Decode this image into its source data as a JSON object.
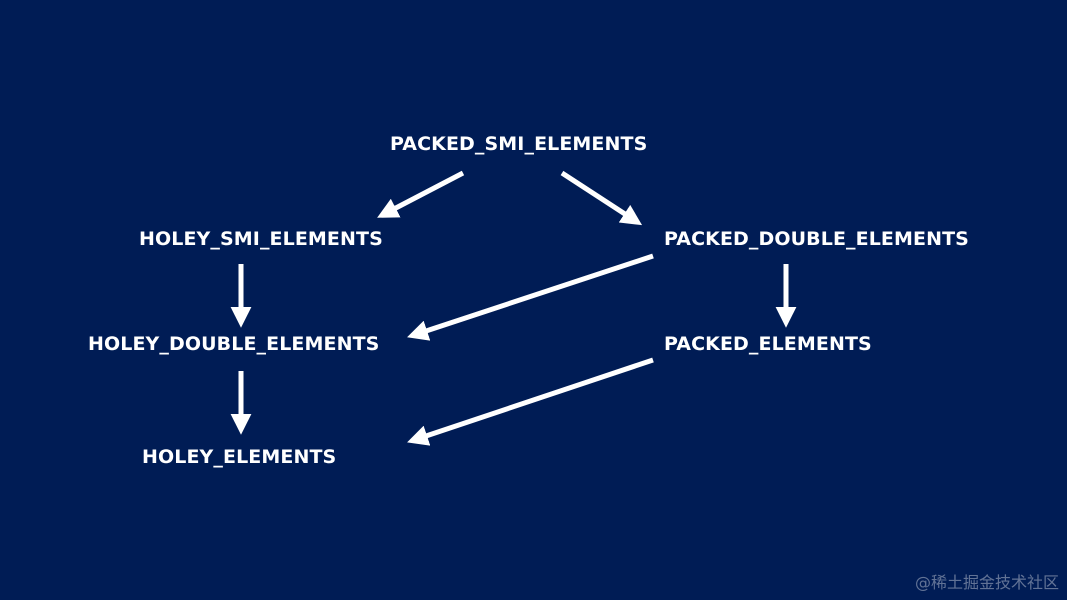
{
  "colors": {
    "background": "#001c55",
    "foreground": "#ffffff"
  },
  "nodes": {
    "packed_smi": "PACKED_SMI_ELEMENTS",
    "holey_smi": "HOLEY_SMI_ELEMENTS",
    "packed_double": "PACKED_DOUBLE_ELEMENTS",
    "holey_double": "HOLEY_DOUBLE_ELEMENTS",
    "packed": "PACKED_ELEMENTS",
    "holey": "HOLEY_ELEMENTS"
  },
  "edges": [
    {
      "from": "PACKED_SMI_ELEMENTS",
      "to": "HOLEY_SMI_ELEMENTS"
    },
    {
      "from": "PACKED_SMI_ELEMENTS",
      "to": "PACKED_DOUBLE_ELEMENTS"
    },
    {
      "from": "HOLEY_SMI_ELEMENTS",
      "to": "HOLEY_DOUBLE_ELEMENTS"
    },
    {
      "from": "PACKED_DOUBLE_ELEMENTS",
      "to": "HOLEY_DOUBLE_ELEMENTS"
    },
    {
      "from": "PACKED_DOUBLE_ELEMENTS",
      "to": "PACKED_ELEMENTS"
    },
    {
      "from": "HOLEY_DOUBLE_ELEMENTS",
      "to": "HOLEY_ELEMENTS"
    },
    {
      "from": "PACKED_ELEMENTS",
      "to": "HOLEY_ELEMENTS"
    }
  ],
  "watermark": "@稀土掘金技术社区"
}
